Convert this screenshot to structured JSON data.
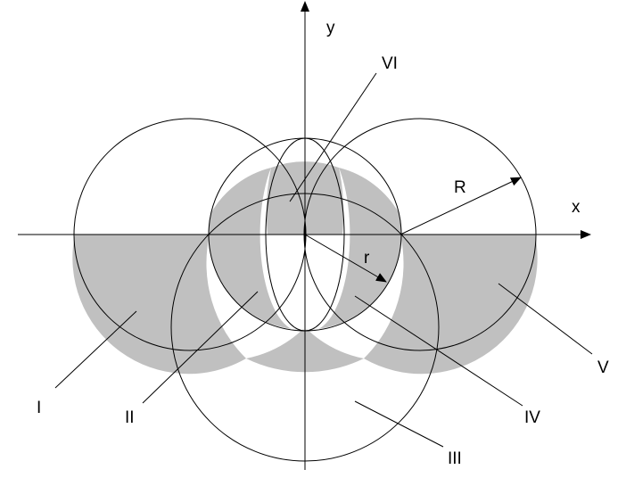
{
  "diagram": {
    "labels": {
      "x": "x",
      "y": "y",
      "R": "R",
      "r": "r",
      "I": "I",
      "II": "II",
      "III": "III",
      "IV": "IV",
      "V": "V",
      "VI": "VI"
    },
    "colors": {
      "shade": "#c0c0c0",
      "stroke": "#000000",
      "background": "#ffffff"
    }
  }
}
